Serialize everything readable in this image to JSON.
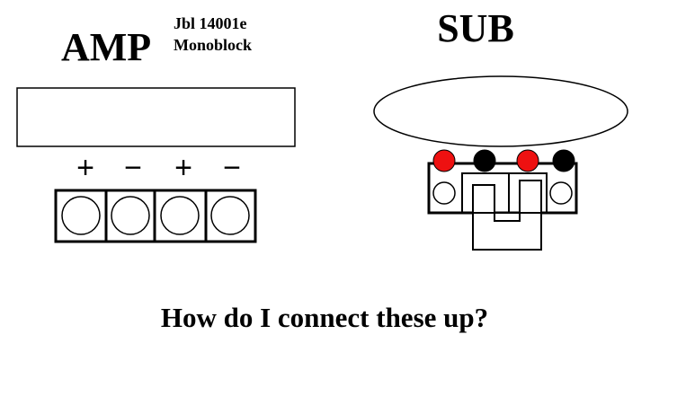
{
  "amp": {
    "title": "AMP",
    "model_line1": "Jbl 14001e",
    "model_line2": "Monoblock",
    "terminal_signs": [
      "+",
      "−",
      "+",
      "−"
    ]
  },
  "sub": {
    "title": "SUB",
    "terminal_colors": [
      "#ee1111",
      "#000000",
      "#ee1111",
      "#000000"
    ]
  },
  "question": "How do I connect these up?"
}
